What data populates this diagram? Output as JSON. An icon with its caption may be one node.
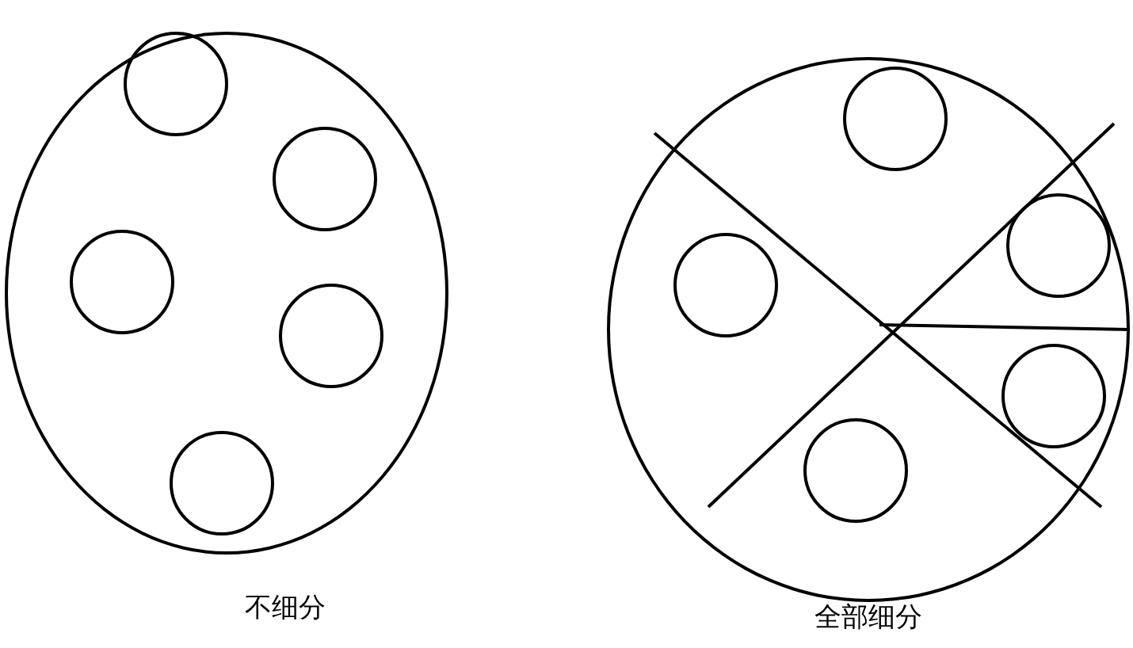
{
  "diagram": {
    "nodes": [
      {
        "text": [
          "不细分"
        ]
      },
      {
        "text": [],
        "shape": "circle",
        "in": 0
      },
      {
        "text": [],
        "shape": "circle",
        "in": 0
      },
      {
        "text": [],
        "shape": "circle",
        "in": 0
      },
      {
        "text": [],
        "shape": "circle",
        "in": 0
      },
      {
        "text": [],
        "shape": "circle",
        "in": 0
      },
      {
        "text": [
          "全部细分"
        ]
      },
      {
        "text": [],
        "shape": "circle",
        "in": 6
      },
      {
        "text": [],
        "shape": "circle",
        "in": 6
      },
      {
        "text": [],
        "shape": "circle",
        "in": 6
      },
      {
        "text": [],
        "shape": "circle",
        "in": 6
      },
      {
        "text": [],
        "shape": "circle",
        "in": 6
      }
    ]
  }
}
